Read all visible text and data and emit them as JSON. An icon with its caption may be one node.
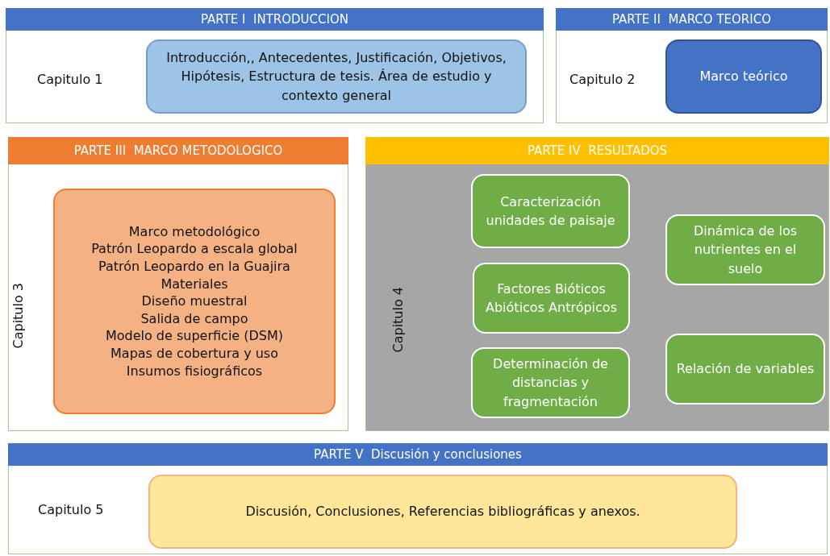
{
  "diagram": {
    "nodes": [
      {
        "text": [
          "PARTE I  INTRODUCCION",
          "Capitulo 1"
        ]
      },
      {
        "text": [
          "Introducción,, Antecedentes, Justificación, Objetivos, Hipótesis, Estructura de tesis. Área de estudio y contexto general"
        ],
        "in": 0
      },
      {
        "text": [
          "PARTE II  MARCO TEORICO",
          "Capitulo 2"
        ]
      },
      {
        "text": [
          "Marco teórico"
        ],
        "in": 2
      },
      {
        "text": [
          "PARTE III  MARCO METODOLOGICO",
          "Capitulo 3"
        ]
      },
      {
        "text": [
          "Marco metodológico",
          "Patrón Leopardo a escala global",
          "Patrón Leopardo en la Guajira",
          "Materiales",
          "Diseño muestral",
          "Salida de campo",
          "Modelo de superficie (DSM)",
          "Mapas de cobertura y uso",
          "Insumos fisiográficos"
        ],
        "in": 4
      },
      {
        "text": [
          "PARTE IV  RESULTADOS",
          "Capitulo 4"
        ]
      },
      {
        "text": [
          "Caracterización unidades de paisaje"
        ],
        "in": 6
      },
      {
        "text": [
          "Factores Bióticos Abióticos Antrópicos"
        ],
        "in": 6
      },
      {
        "text": [
          "Determinación de distancias y fragmentación"
        ],
        "in": 6
      },
      {
        "text": [
          "Dinámica de los nutrientes en el suelo"
        ],
        "in": 6
      },
      {
        "text": [
          "Relación de variables"
        ],
        "in": 6
      },
      {
        "text": [
          "PARTE V  Discusión y conclusiones",
          "Capitulo 5"
        ]
      },
      {
        "text": [
          "Discusión, Conclusiones, Referencias bibliográficas y anexos."
        ],
        "in": 12
      }
    ],
    "edges": []
  }
}
